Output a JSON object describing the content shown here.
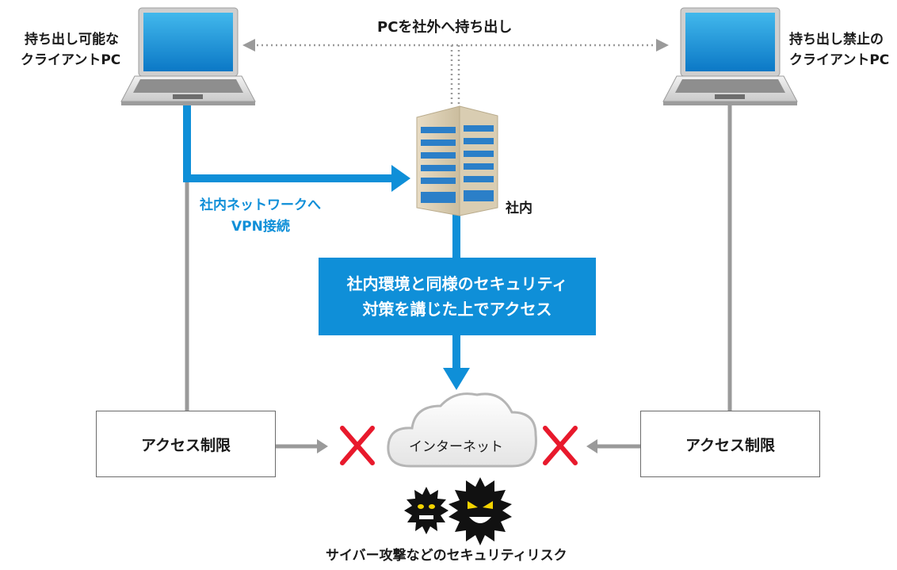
{
  "top_label": "PCを社外へ持ち出し",
  "left_pc": {
    "line1": "持ち出し可能な",
    "line2": "クライアントPC"
  },
  "right_pc": {
    "line1": "持ち出し禁止の",
    "line2": "クライアントPC"
  },
  "vpn_label": {
    "line1": "社内ネットワークへ",
    "line2": "VPN接続"
  },
  "office_label": "社内",
  "security_box": {
    "line1": "社内環境と同様のセキュリティ",
    "line2": "対策を講じた上でアクセス"
  },
  "access_left": "アクセス制限",
  "access_right": "アクセス制限",
  "internet_label": "インターネット",
  "threat_label": "サイバー攻撃などのセキュリティリスク",
  "colors": {
    "blue": "#0f8fd8",
    "gray_line": "#9a9a9a",
    "red_x": "#e8192c",
    "virus": "#111111"
  }
}
